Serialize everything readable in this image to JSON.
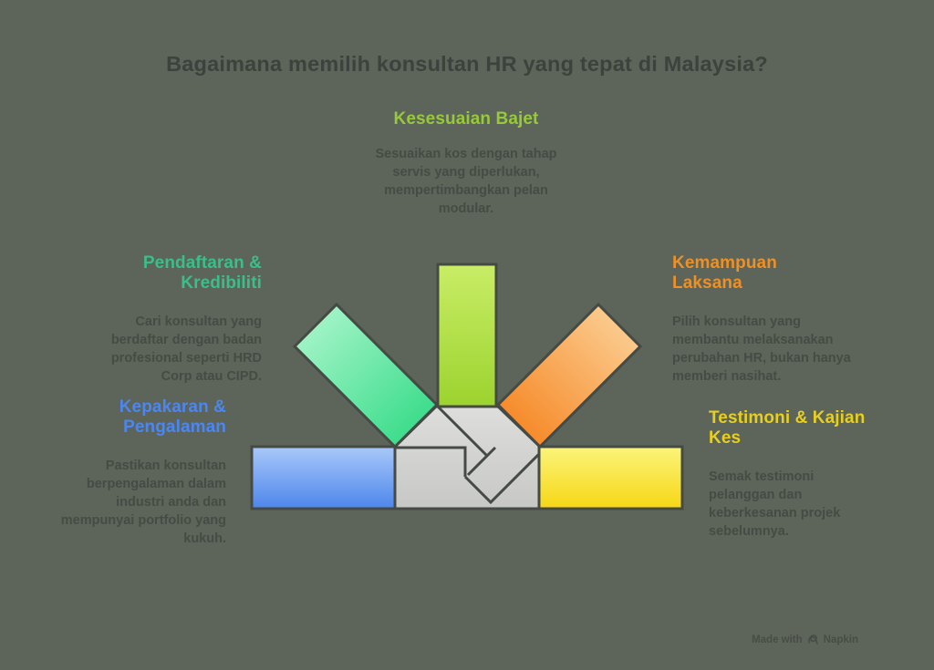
{
  "title": "Bagaimana memilih konsultan HR yang tepat di Malaysia?",
  "sections": {
    "budget": {
      "heading": "Kesesuaian Bajet",
      "body": "Sesuaikan kos dengan tahap servis yang diperlukan, mempertimbangkan pelan modular.",
      "color": "#98c93c"
    },
    "credibility": {
      "heading": "Pendaftaran & Kredibiliti",
      "body": "Cari konsultan yang berdaftar dengan badan profesional seperti HRD Corp atau CIPD.",
      "color": "#3bbe8b"
    },
    "execution": {
      "heading": "Kemampuan Laksana",
      "body": "Pilih konsultan yang membantu melaksanakan perubahan HR, bukan hanya memberi nasihat.",
      "color": "#ef9025"
    },
    "expertise": {
      "heading": "Kepakaran & Pengalaman",
      "body": "Pastikan konsultan berpengalaman dalam industri anda dan mempunyai portfolio yang kukuh.",
      "color": "#4a87f2"
    },
    "testimonials": {
      "heading": "Testimoni & Kajian Kes",
      "body": "Semak testimoni pelanggan dan keberkesanan projek sebelumnya.",
      "color": "#e6cf1e"
    }
  },
  "diagram": {
    "background": "#5d6459",
    "outline": "#454b44",
    "arrow_colors": {
      "green": {
        "light": "#9ff3c5",
        "dark": "#3edd8d"
      },
      "lime": {
        "light": "#c9ed66",
        "dark": "#9cd32f"
      },
      "orange": {
        "light": "#fbca8c",
        "dark": "#f68b2b"
      },
      "blue": {
        "light": "#a8c8f8",
        "dark": "#4e86ec"
      },
      "yellow": {
        "light": "#fbf47b",
        "dark": "#f6d714"
      },
      "gray": {
        "light": "#dededc",
        "dark": "#c7c7c5"
      }
    }
  },
  "text": {
    "title_color": "#3c423d",
    "body_color": "#454c46",
    "watermark_color": "#363c38"
  },
  "watermark": {
    "prefix": "Made with",
    "brand": "Napkin"
  }
}
